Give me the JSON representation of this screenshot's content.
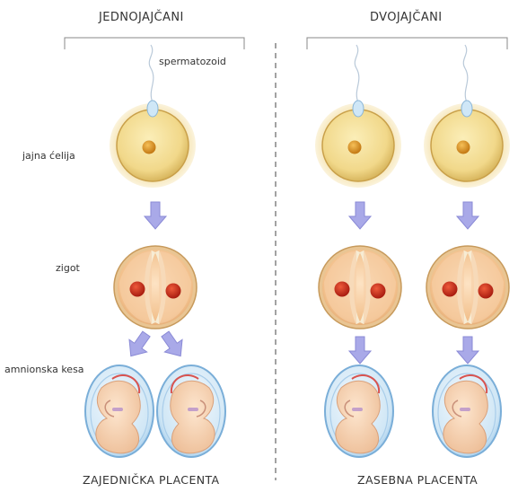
{
  "headers": {
    "left": "JEDNOJAJČANI",
    "right": "DVOJAJČANI"
  },
  "labels": {
    "sperm": "spermatozoid",
    "egg": "jajna ćelija",
    "zygote": "zigot",
    "amnion": "amnionska kesa"
  },
  "footers": {
    "left": "ZAJEDNIČKA PLACENTA",
    "right": "ZASEBNA PLACENTA"
  },
  "colors": {
    "arrow": "#a9a9e8",
    "arrow_edge": "#8a8ad6",
    "egg_fill": "#f1d88a",
    "nucleus": "#d98f1f",
    "nucleus_red": "#c2261a",
    "sac": "#cfe6f5",
    "sac_edge": "#7aaed8",
    "cord": "#d9534f",
    "divider": "#444444"
  }
}
